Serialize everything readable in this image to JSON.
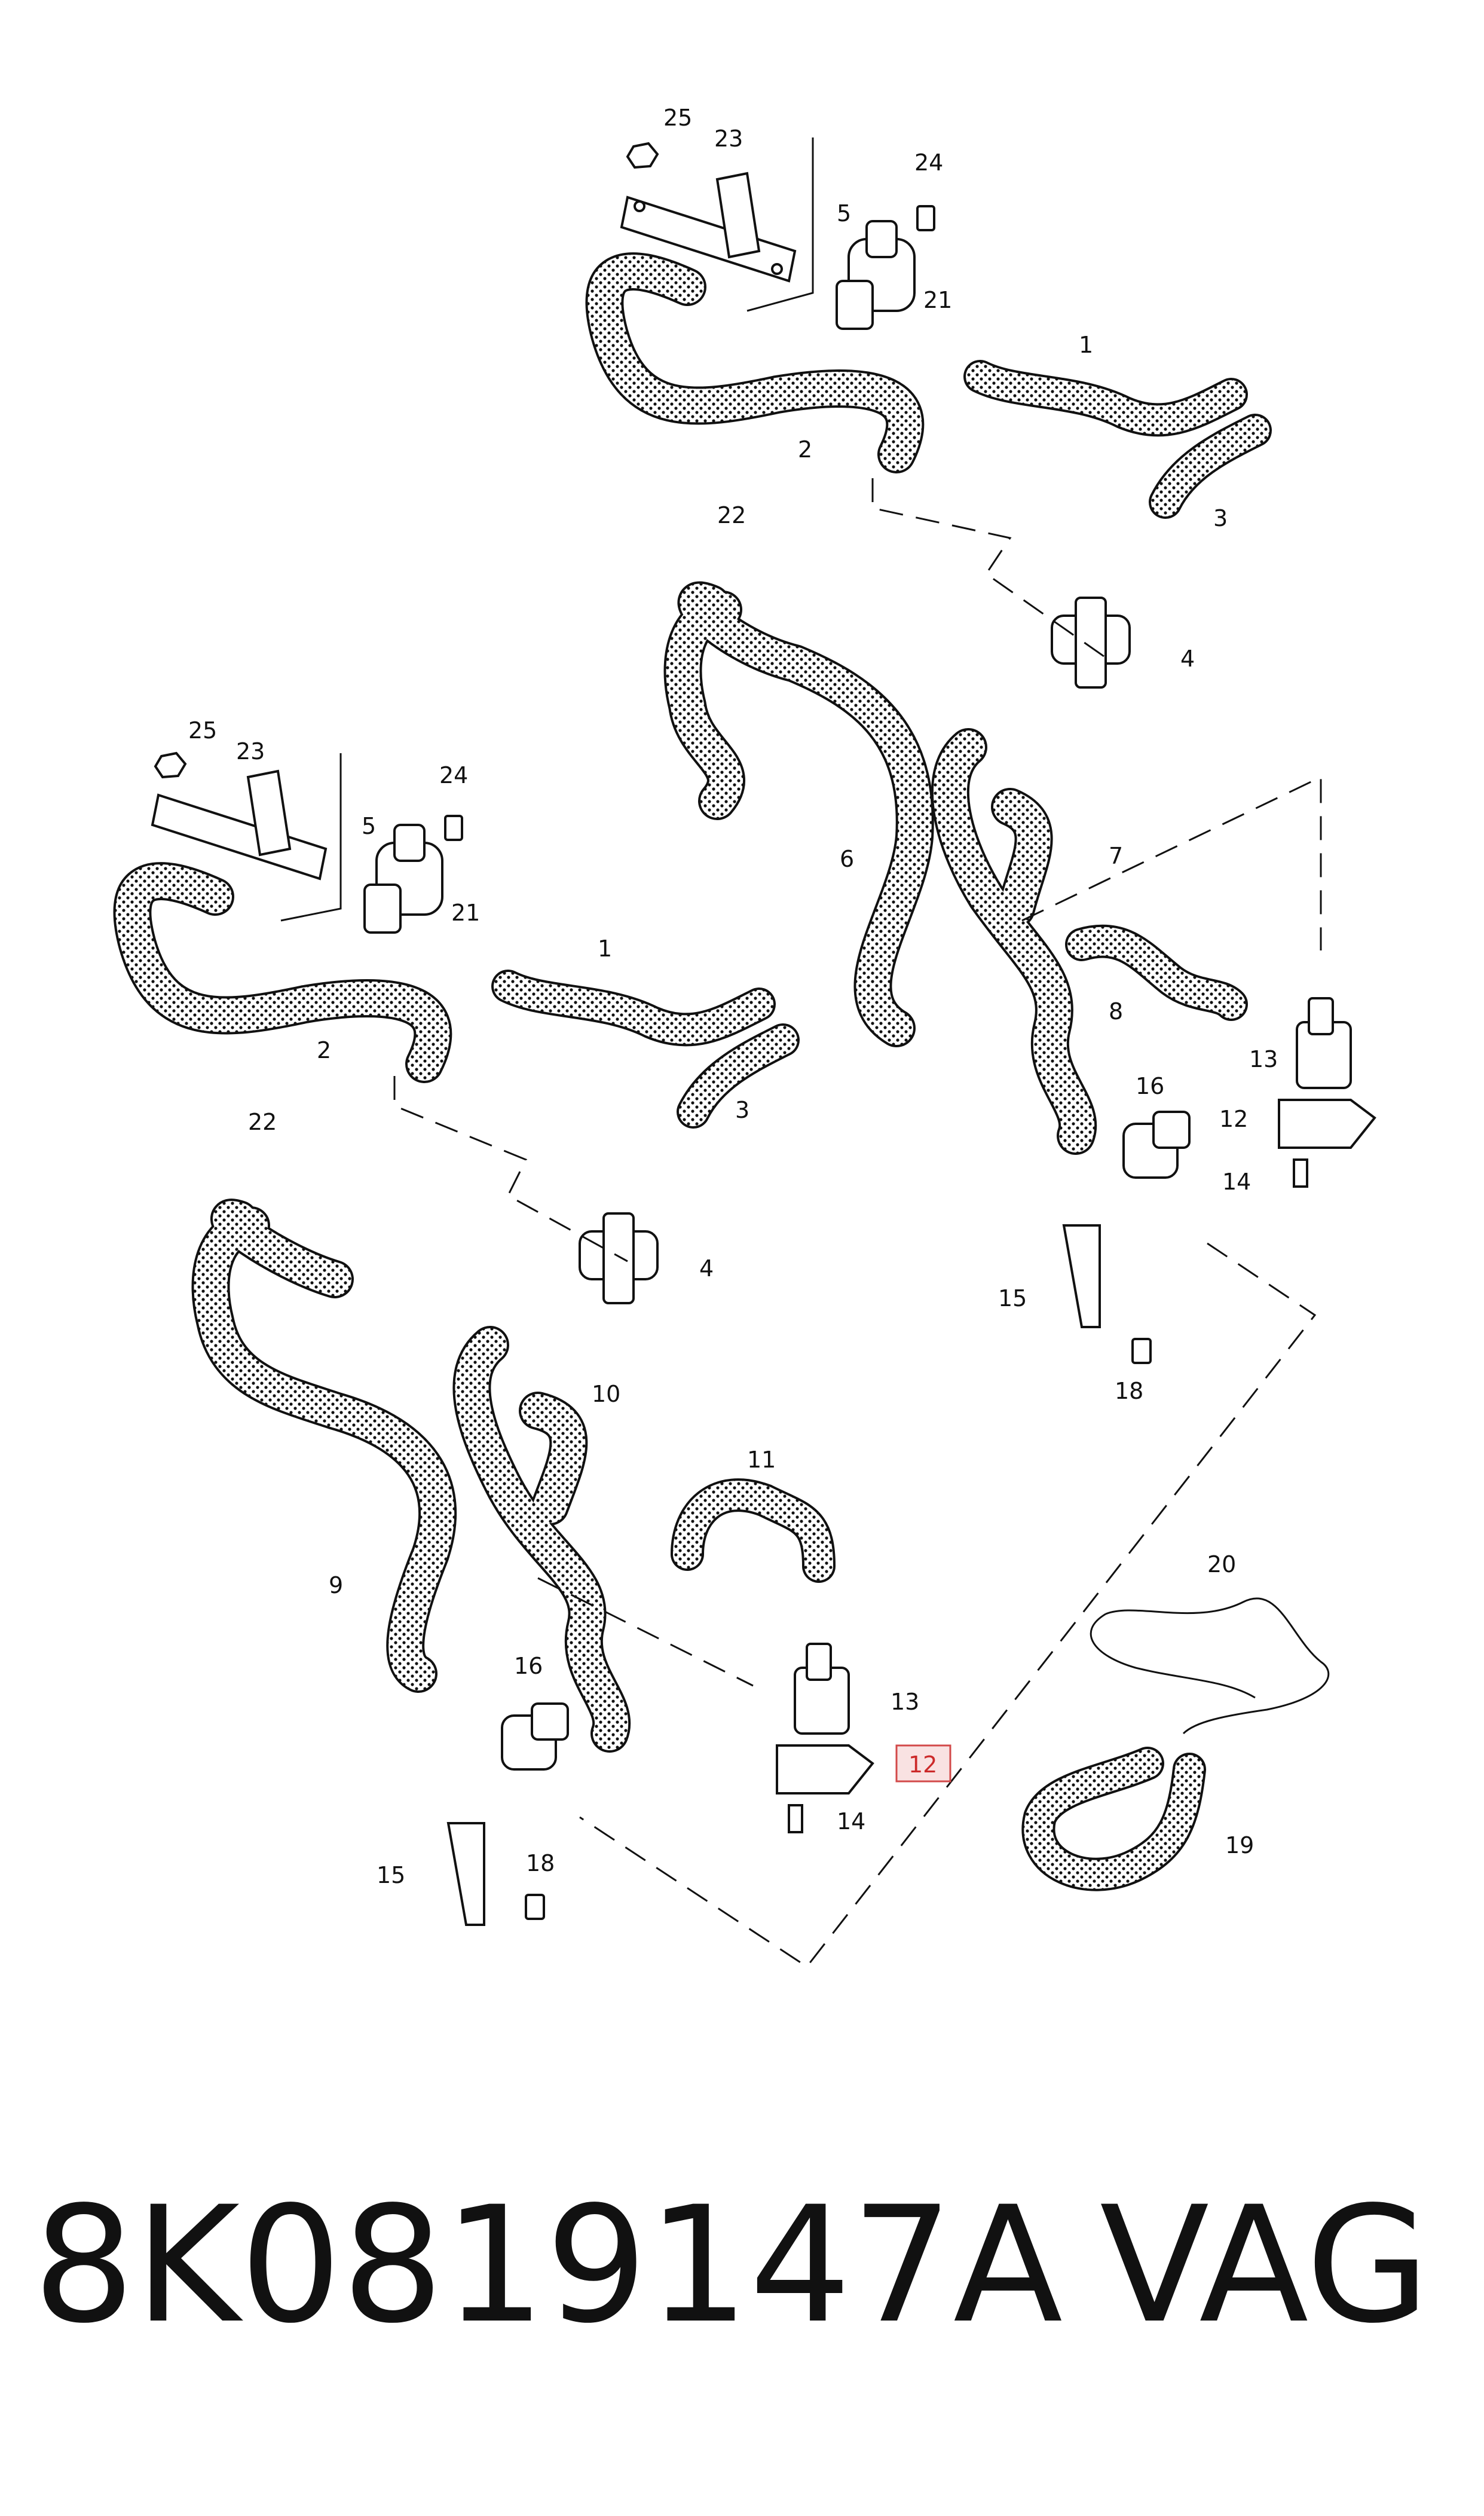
{
  "diagram": {
    "callouts_upper": [
      "25",
      "23",
      "24",
      "5",
      "21",
      "1",
      "2",
      "22",
      "3",
      "4",
      "6",
      "7",
      "8",
      "13",
      "12",
      "14",
      "16",
      "15",
      "18"
    ],
    "callouts_lower": [
      "25",
      "23",
      "24",
      "5",
      "21",
      "1",
      "2",
      "22",
      "3",
      "4",
      "9",
      "10",
      "11",
      "16",
      "13",
      "12",
      "14",
      "15",
      "18",
      "20",
      "19"
    ],
    "highlighted_callout": "12",
    "colors": {
      "line": "#111111",
      "highlight_border": "#d24a4a",
      "highlight_fill": "#f9e2e2",
      "highlight_text": "#cc2a2a"
    }
  },
  "footer": {
    "part_number": "8K0819147A",
    "brand": "VAG"
  }
}
